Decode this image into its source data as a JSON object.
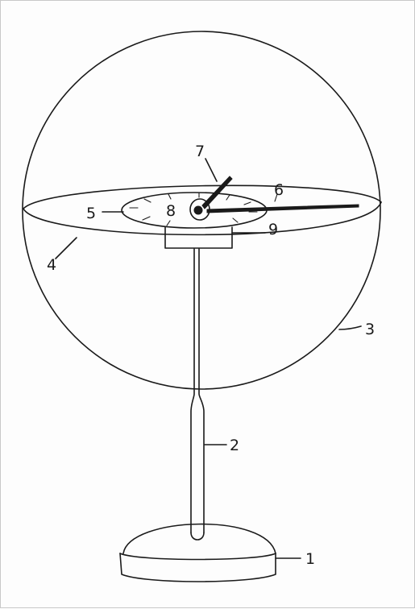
{
  "diagram": {
    "labels": {
      "l1": "1",
      "l2": "2",
      "l3": "3",
      "l4": "4",
      "l5": "5",
      "l6": "6",
      "l7": "7",
      "l8": "8",
      "l9": "9"
    },
    "colors": {
      "ink": "#1a1a1a",
      "background": "#fdfdfd",
      "frame": "#c8c8c8"
    }
  }
}
